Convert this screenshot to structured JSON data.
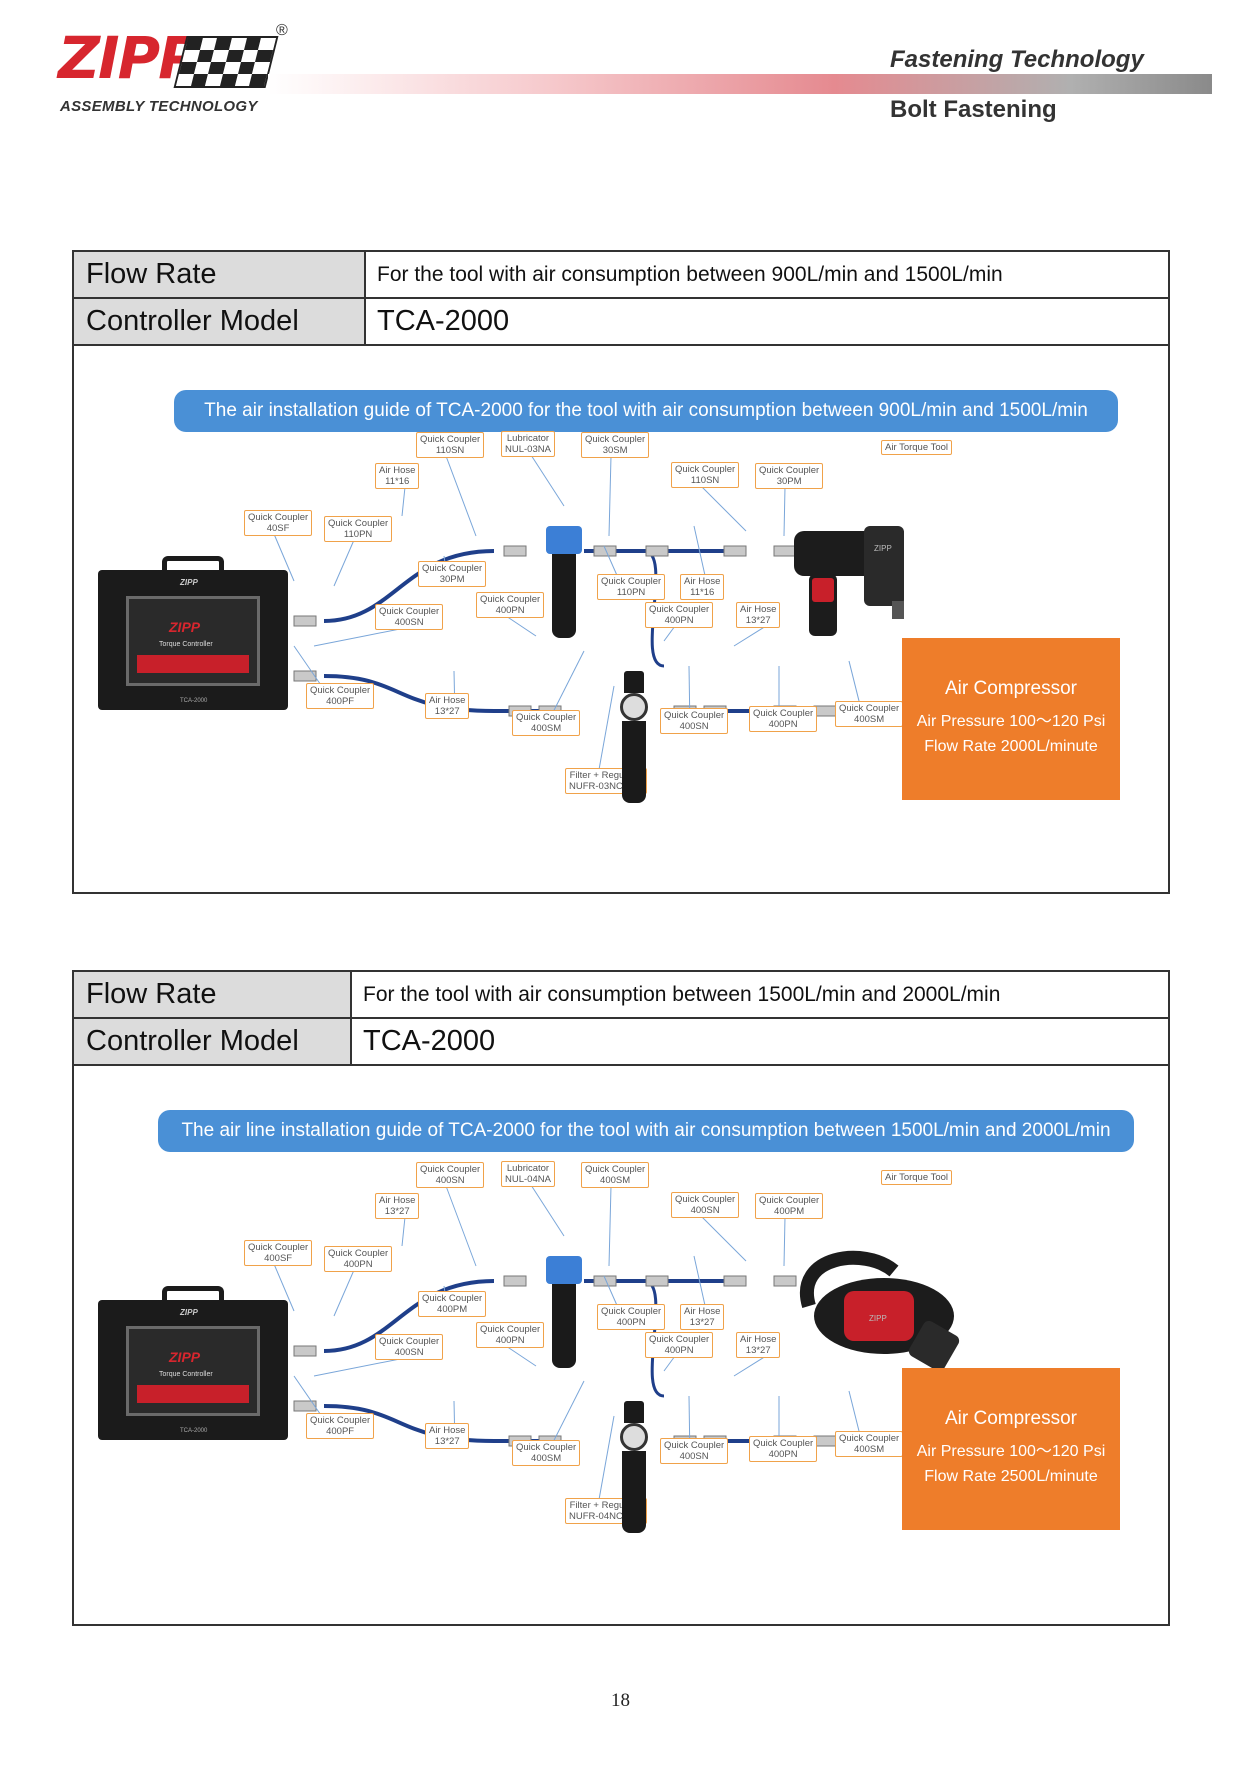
{
  "header": {
    "logo_text": "ZIPP",
    "logo_subtitle": "ASSEMBLY TECHNOLOGY",
    "registered_mark": "®",
    "title": "Fastening Technology",
    "subtitle": "Bolt Fastening"
  },
  "sections": [
    {
      "flow_rate_label": "Flow Rate",
      "flow_rate_value": "For the tool with air consumption between 900L/min and 1500L/min",
      "controller_label": "Controller Model",
      "controller_value": "TCA-2000",
      "banner": "The air installation guide of TCA-2000 for the tool with air consumption between 900L/min and 1500L/min",
      "labels": {
        "qc_top_left": [
          "Quick Coupler",
          "110SN"
        ],
        "lubricator": [
          "Lubricator",
          "NUL-03NA"
        ],
        "qc_top_right": [
          "Quick Coupler",
          "30SM"
        ],
        "air_torque_tool": [
          "Air Torque Tool"
        ],
        "air_hose_top": [
          "Air Hose",
          "11*16"
        ],
        "qc_tool_a": [
          "Quick Coupler",
          "110SN"
        ],
        "qc_tool_b": [
          "Quick Coupler",
          "30PM"
        ],
        "qc_ctrl_a": [
          "Quick Coupler",
          "40SF"
        ],
        "qc_ctrl_b": [
          "Quick Coupler",
          "110PN"
        ],
        "qc_mid_a": [
          "Quick Coupler",
          "30PM"
        ],
        "qc_lub_out": [
          "Quick Coupler",
          "110PN"
        ],
        "air_hose_mid": [
          "Air Hose",
          "11*16"
        ],
        "qc_mid_b": [
          "Quick Coupler",
          "400PN"
        ],
        "qc_ctrl_c": [
          "Quick Coupler",
          "400SN"
        ],
        "qc_fr_a": [
          "Quick Coupler",
          "400PN"
        ],
        "air_hose_fr": [
          "Air Hose",
          "13*27"
        ],
        "qc_ctrl_d": [
          "Quick Coupler",
          "400PF"
        ],
        "air_hose_low": [
          "Air Hose",
          "13*27"
        ],
        "qc_low_a": [
          "Quick Coupler",
          "400SM"
        ],
        "qc_low_b": [
          "Quick Coupler",
          "400SN"
        ],
        "qc_low_c": [
          "Quick Coupler",
          "400PN"
        ],
        "qc_low_d": [
          "Quick Coupler",
          "400SM"
        ],
        "filter_regulator": [
          "Filter + Regulator",
          "NUFR-03NCGHA"
        ]
      },
      "compressor": {
        "title": "Air Compressor",
        "pressure": "Air Pressure 100～120 Psi",
        "flow": "Flow Rate 2000L/minute"
      }
    },
    {
      "flow_rate_label": "Flow Rate",
      "flow_rate_value": "For the tool with air consumption between 1500L/min and 2000L/min",
      "controller_label": "Controller Model",
      "controller_value": "TCA-2000",
      "banner": "The air line installation guide of TCA-2000 for the tool with air consumption between 1500L/min and 2000L/min",
      "labels": {
        "qc_top_left": [
          "Quick Coupler",
          "400SN"
        ],
        "lubricator": [
          "Lubricator",
          "NUL-04NA"
        ],
        "qc_top_right": [
          "Quick Coupler",
          "400SM"
        ],
        "air_torque_tool": [
          "Air Torque Tool"
        ],
        "air_hose_top": [
          "Air Hose",
          "13*27"
        ],
        "qc_tool_a": [
          "Quick Coupler",
          "400SN"
        ],
        "qc_tool_b": [
          "Quick Coupler",
          "400PM"
        ],
        "qc_ctrl_a": [
          "Quick Coupler",
          "400SF"
        ],
        "qc_ctrl_b": [
          "Quick Coupler",
          "400PN"
        ],
        "qc_mid_a": [
          "Quick Coupler",
          "400PM"
        ],
        "qc_lub_out": [
          "Quick Coupler",
          "400PN"
        ],
        "air_hose_mid": [
          "Air Hose",
          "13*27"
        ],
        "qc_mid_b": [
          "Quick Coupler",
          "400PN"
        ],
        "qc_ctrl_c": [
          "Quick Coupler",
          "400SN"
        ],
        "qc_fr_a": [
          "Quick Coupler",
          "400PN"
        ],
        "air_hose_fr": [
          "Air Hose",
          "13*27"
        ],
        "qc_ctrl_d": [
          "Quick Coupler",
          "400PF"
        ],
        "air_hose_low": [
          "Air Hose",
          "13*27"
        ],
        "qc_low_a": [
          "Quick Coupler",
          "400SM"
        ],
        "qc_low_b": [
          "Quick Coupler",
          "400SN"
        ],
        "qc_low_c": [
          "Quick Coupler",
          "400PN"
        ],
        "qc_low_d": [
          "Quick Coupler",
          "400SM"
        ],
        "filter_regulator": [
          "Filter + Regulator",
          "NUFR-04NCGHA"
        ]
      },
      "compressor": {
        "title": "Air Compressor",
        "pressure": "Air Pressure 100～120 Psi",
        "flow": "Flow Rate 2500L/minute"
      }
    }
  ],
  "device_labels": {
    "controller_brand": "ZIPP",
    "controller_screen_text": "Torque Controller",
    "controller_model": "TCA-2000",
    "tool_brand": "ZIPP"
  },
  "page_number": "18",
  "colors": {
    "brand_red": "#d7262e",
    "banner_blue": "#4a90d6",
    "compressor_orange": "#ee7d2a",
    "callout_border": "#f0a24a",
    "hose_blue": "#1f3f8a",
    "label_cell_gray": "#dcdcdc"
  }
}
